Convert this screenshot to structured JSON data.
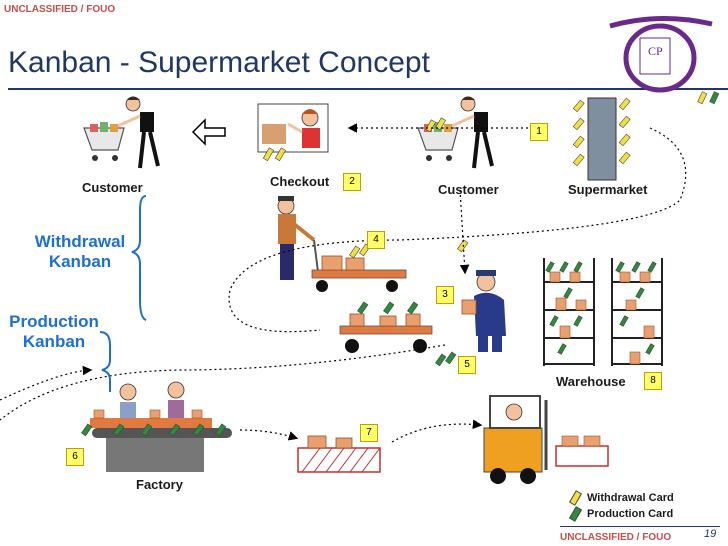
{
  "header": {
    "classification_top": "UNCLASSIFIED / FOUO",
    "title": "Kanban - Supermarket Concept"
  },
  "labels": {
    "customer_left": "Customer",
    "checkout": "Checkout",
    "customer_right": "Customer",
    "supermarket": "Supermarket",
    "withdrawal_kanban": "Withdrawal\nKanban",
    "production_kanban": "Production\nKanban",
    "warehouse": "Warehouse",
    "factory": "Factory"
  },
  "steps": [
    "1",
    "2",
    "3",
    "4",
    "5",
    "6",
    "7",
    "8"
  ],
  "legend": {
    "withdrawal_card": "Withdrawal Card",
    "production_card": "Production Card"
  },
  "footer": {
    "classification_bottom": "UNCLASSIFIED / FOUO",
    "page_number": "19"
  },
  "colors": {
    "withdrawal_card": "#f0e040",
    "production_card": "#2e8b3a",
    "title": "#1f3864",
    "kanban_label": "#1f6fd0",
    "classification": "#c0504d",
    "step_badge": "#ffff66"
  },
  "icons": [
    "customer-shopping-cart-icon",
    "checkout-clerk-icon",
    "supermarket-shelf-icon",
    "worker-cart-icon",
    "warehouse-worker-icon",
    "warehouse-rack-icon",
    "factory-workers-icon",
    "forklift-icon",
    "logo-icon"
  ]
}
